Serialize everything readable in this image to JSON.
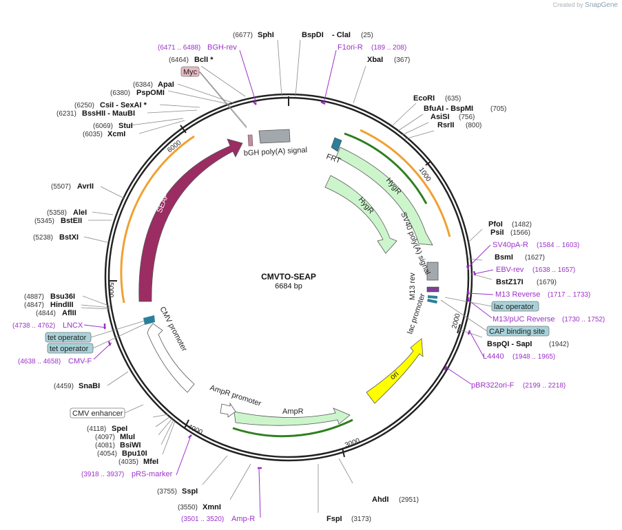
{
  "credit": {
    "prefix": "Created by",
    "brand": "SnapGene"
  },
  "plasmid": {
    "name": "CMVTO-SEAP",
    "size": "6684 bp"
  },
  "ticks": [
    "1000",
    "2000",
    "3000",
    "4000",
    "5000",
    "6000"
  ],
  "sites": [
    {
      "pos": "(6677)",
      "name": "SphI"
    },
    {
      "pos": "",
      "name": "BspDI"
    },
    {
      "pos": "(25)",
      "name": "- ClaI"
    },
    {
      "pos": "(367)",
      "name": "XbaI"
    },
    {
      "pos": "(635)",
      "name": "EcoRI"
    },
    {
      "pos": "(705)",
      "name": "BfuAI  - BspMI"
    },
    {
      "pos": "(756)",
      "name": "AsiSI"
    },
    {
      "pos": "(800)",
      "name": "RsrII"
    },
    {
      "pos": "(1482)",
      "name": "PfoI"
    },
    {
      "pos": "(1566)",
      "name": "PsiI"
    },
    {
      "pos": "(1627)",
      "name": "BsmI"
    },
    {
      "pos": "(1679)",
      "name": "BstZ17I"
    },
    {
      "pos": "(1942)",
      "name": "BspQI  - SapI"
    },
    {
      "pos": "(2951)",
      "name": "AhdI"
    },
    {
      "pos": "(3173)",
      "name": "FspI"
    },
    {
      "pos": "(3550)",
      "name": "XmnI"
    },
    {
      "pos": "(3755)",
      "name": "SspI"
    },
    {
      "pos": "(4035)",
      "name": "MfeI"
    },
    {
      "pos": "(4054)",
      "name": "Bpu10I"
    },
    {
      "pos": "(4081)",
      "name": "BsiWI"
    },
    {
      "pos": "(4097)",
      "name": "MluI"
    },
    {
      "pos": "(4118)",
      "name": "SpeI"
    },
    {
      "pos": "(4459)",
      "name": "SnaBI"
    },
    {
      "pos": "(4844)",
      "name": "AflII"
    },
    {
      "pos": "(4847)",
      "name": "HindIII"
    },
    {
      "pos": "(4887)",
      "name": "Bsu36I"
    },
    {
      "pos": "(5238)",
      "name": "BstXI"
    },
    {
      "pos": "(5345)",
      "name": "BstEII"
    },
    {
      "pos": "(5358)",
      "name": "AleI"
    },
    {
      "pos": "(5507)",
      "name": "AvrII"
    },
    {
      "pos": "(6035)",
      "name": "XcmI"
    },
    {
      "pos": "(6069)",
      "name": "StuI"
    },
    {
      "pos": "(6231)",
      "name": "BssHII  - MauBI"
    },
    {
      "pos": "(6250)",
      "name": "CsiI  - SexAI *"
    },
    {
      "pos": "(6380)",
      "name": "PspOMI"
    },
    {
      "pos": "(6384)",
      "name": "ApaI"
    },
    {
      "pos": "(6464)",
      "name": "BclI *"
    }
  ],
  "primers": [
    {
      "name": "BGH-rev",
      "pos": "(6471 .. 6488)"
    },
    {
      "name": "F1ori-R",
      "pos": "(189 .. 208)"
    },
    {
      "name": "SV40pA-R",
      "pos": "(1584 .. 1603)"
    },
    {
      "name": "EBV-rev",
      "pos": "(1638 .. 1657)"
    },
    {
      "name": "M13 Reverse",
      "pos": "(1717 .. 1733)"
    },
    {
      "name": "M13/pUC Reverse",
      "pos": "(1730 .. 1752)"
    },
    {
      "name": "L4440",
      "pos": "(1948 .. 1965)"
    },
    {
      "name": "pBR322ori-F",
      "pos": "(2199 .. 2218)"
    },
    {
      "name": "Amp-R",
      "pos": "(3501 .. 3520)"
    },
    {
      "name": "pRS-marker",
      "pos": "(3918 .. 3937)"
    },
    {
      "name": "CMV-F",
      "pos": "(4638 .. 4658)"
    },
    {
      "name": "LNCX",
      "pos": "(4738 .. 4762)"
    }
  ],
  "boxed_features": [
    {
      "name": "Myc",
      "color": "#e8b9c4"
    },
    {
      "name": "lac operator",
      "color": "#a8d2da"
    },
    {
      "name": "CAP binding site",
      "color": "#a8d2da"
    },
    {
      "name": "tet operator",
      "color": "#a8d2da"
    },
    {
      "name": "tet operator",
      "color": "#a8d2da"
    },
    {
      "name": "CMV enhancer",
      "color": "#ffffff"
    }
  ],
  "features": [
    {
      "name": "bGH poly(A) signal",
      "color": "#a3a8ad"
    },
    {
      "name": "FRT",
      "color": "#2c7f9a"
    },
    {
      "name": "HygR",
      "color": "#ccf5cc"
    },
    {
      "name": "HygR",
      "color": "#ccf5cc"
    },
    {
      "name": "SV40 poly(A) signal",
      "color": "#a3a8ad"
    },
    {
      "name": "M13 rev",
      "color": "#7d3f98"
    },
    {
      "name": "lac promoter",
      "color": "#ffffff"
    },
    {
      "name": "ori",
      "color": "#ffff00"
    },
    {
      "name": "AmpR",
      "color": "#ccf5cc"
    },
    {
      "name": "AmpR promoter",
      "color": "#ffffff"
    },
    {
      "name": "CMV promoter",
      "color": "#ffffff"
    },
    {
      "name": "SEAP",
      "color": "#9b2d63"
    }
  ],
  "colors": {
    "orf_orange": "#f0a030",
    "orf_green": "#2f7f1f",
    "primer": "#9b30c8"
  }
}
